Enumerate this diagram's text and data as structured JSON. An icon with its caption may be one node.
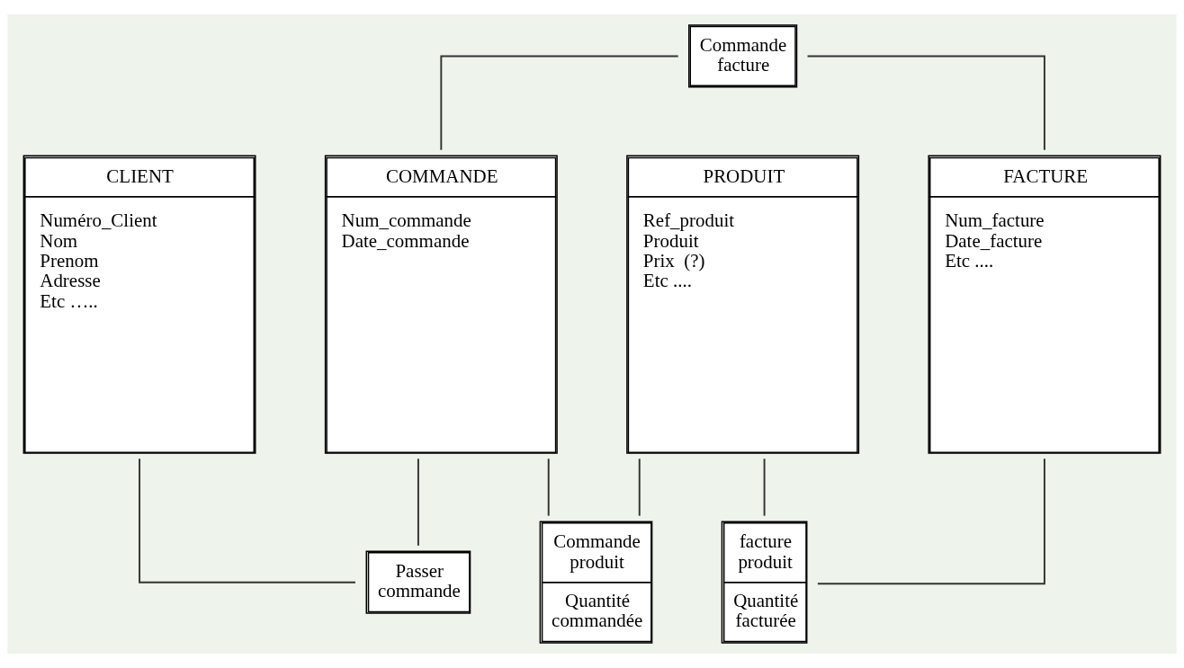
{
  "diagram": {
    "nodes": [
      {
        "text": [
          "Commande facture"
        ]
      },
      {
        "text": [
          "CLIENT",
          "Numéro_Client",
          "Nom",
          "Prenom",
          "Adresse",
          "Etc ….."
        ]
      },
      {
        "text": [
          "COMMANDE",
          "Num_commande",
          "Date_commande"
        ]
      },
      {
        "text": [
          "PRODUIT",
          "Ref_produit",
          "Produit",
          "Prix  (?)",
          "Etc ...."
        ]
      },
      {
        "text": [
          "FACTURE",
          "Num_facture",
          "Date_facture",
          "Etc ...."
        ]
      },
      {
        "text": [
          "Passer commande"
        ]
      },
      {
        "text": [
          "Commande produit",
          "Quantité commandée"
        ]
      },
      {
        "text": [
          "facture produit",
          "Quantité facturée"
        ]
      }
    ],
    "edges": [
      {
        "from": 0,
        "to": 2,
        "arrow": "none"
      },
      {
        "from": 0,
        "to": 4,
        "arrow": "none"
      },
      {
        "from": 1,
        "to": 5,
        "arrow": "none"
      },
      {
        "from": 2,
        "to": 5,
        "arrow": "none"
      },
      {
        "from": 2,
        "to": 6,
        "arrow": "none"
      },
      {
        "from": 3,
        "to": 6,
        "arrow": "none"
      },
      {
        "from": 3,
        "to": 7,
        "arrow": "none"
      },
      {
        "from": 4,
        "to": 7,
        "arrow": "none"
      }
    ]
  }
}
